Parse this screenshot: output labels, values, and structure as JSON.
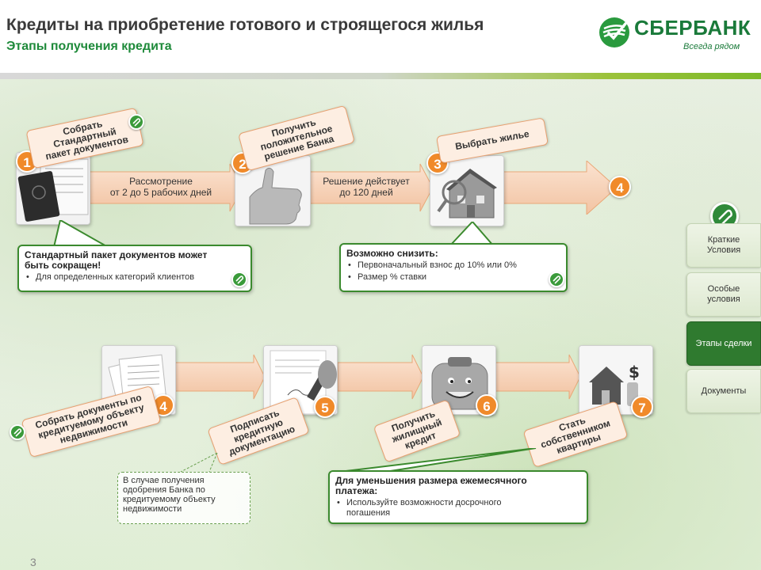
{
  "header": {
    "title": "Кредиты на приобретение готового и строящегося жилья",
    "subtitle": "Этапы получения кредита"
  },
  "logo": {
    "name": "СБЕРБАНК",
    "slogan": "Всегда рядом"
  },
  "row1": {
    "steps": [
      {
        "num": "1",
        "tag": "Собрать\nСтандартный\nпакет документов"
      },
      {
        "num": "2",
        "tag": "Получить\nположительное\nрешение Банка"
      },
      {
        "num": "3",
        "tag": "Выбрать жилье"
      },
      {
        "num": "4"
      }
    ],
    "arrow_texts": [
      "Рассмотрение\nот 2 до 5 рабочих дней",
      "Решение действует\nдо 120 дней"
    ],
    "box_docs": {
      "header": "Стандартный пакет документов может\nбыть сокращен!",
      "items": [
        "Для определенных категорий клиентов"
      ]
    },
    "box_reduce": {
      "header": "Возможно снизить:",
      "items": [
        "Первоначальный  взнос до 10% или  0%",
        "Размер % ставки"
      ]
    }
  },
  "row2": {
    "steps": [
      {
        "num": "4",
        "tag": "Собрать документы по\nкредитуемому объекту\nнедвижимости"
      },
      {
        "num": "5",
        "tag": "Подписать\nкредитную\nдокументацию"
      },
      {
        "num": "6",
        "tag": "Получить\nжилищный\nкредит"
      },
      {
        "num": "7",
        "tag": "Стать\nсобственником\nквартиры"
      }
    ],
    "note_approval": "В случае получения\nодобрения Банка по\nкредитуемому объекту\nнедвижимости",
    "box_payment": {
      "header": "Для уменьшения размера ежемесячного\nплатежа:",
      "items": [
        "Используйте возможности досрочного\nпогашения"
      ]
    }
  },
  "side_nav": [
    {
      "label": "Краткие\nУсловия",
      "active": false
    },
    {
      "label": "Особые\nусловия",
      "active": false
    },
    {
      "label": "Этапы сделки",
      "active": true
    },
    {
      "label": "Документы",
      "active": false
    }
  ],
  "page_number": "3",
  "colors": {
    "accent_green": "#1e8a3a",
    "step_orange": "#f08a2a",
    "tag_fill": "#fdeee2",
    "box_border": "#3b8a2e",
    "nav_active": "#2f7a2f"
  }
}
